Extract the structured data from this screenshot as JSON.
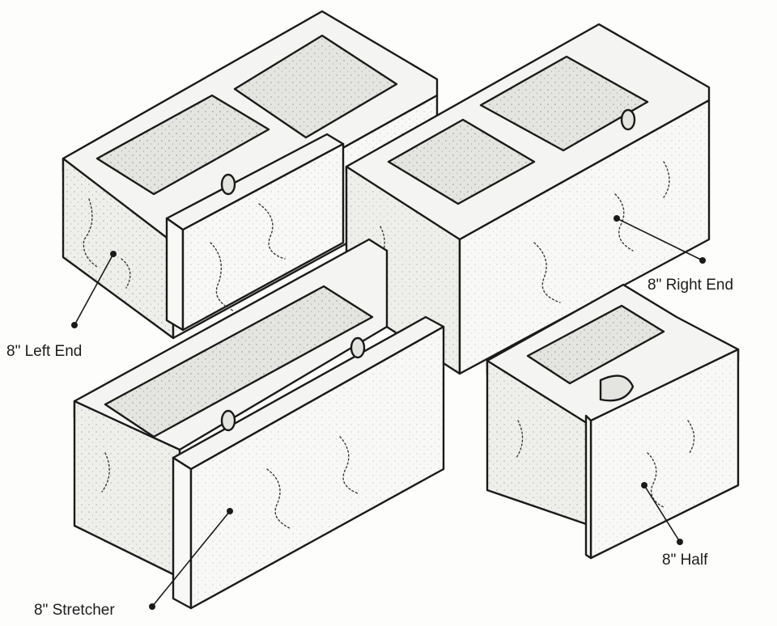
{
  "blocks": [
    {
      "id": "left-end",
      "label": "8\" Left End"
    },
    {
      "id": "right-end",
      "label": "8\" Right End"
    },
    {
      "id": "stretcher",
      "label": "8\" Stretcher"
    },
    {
      "id": "half",
      "label": "8\" Half"
    }
  ]
}
